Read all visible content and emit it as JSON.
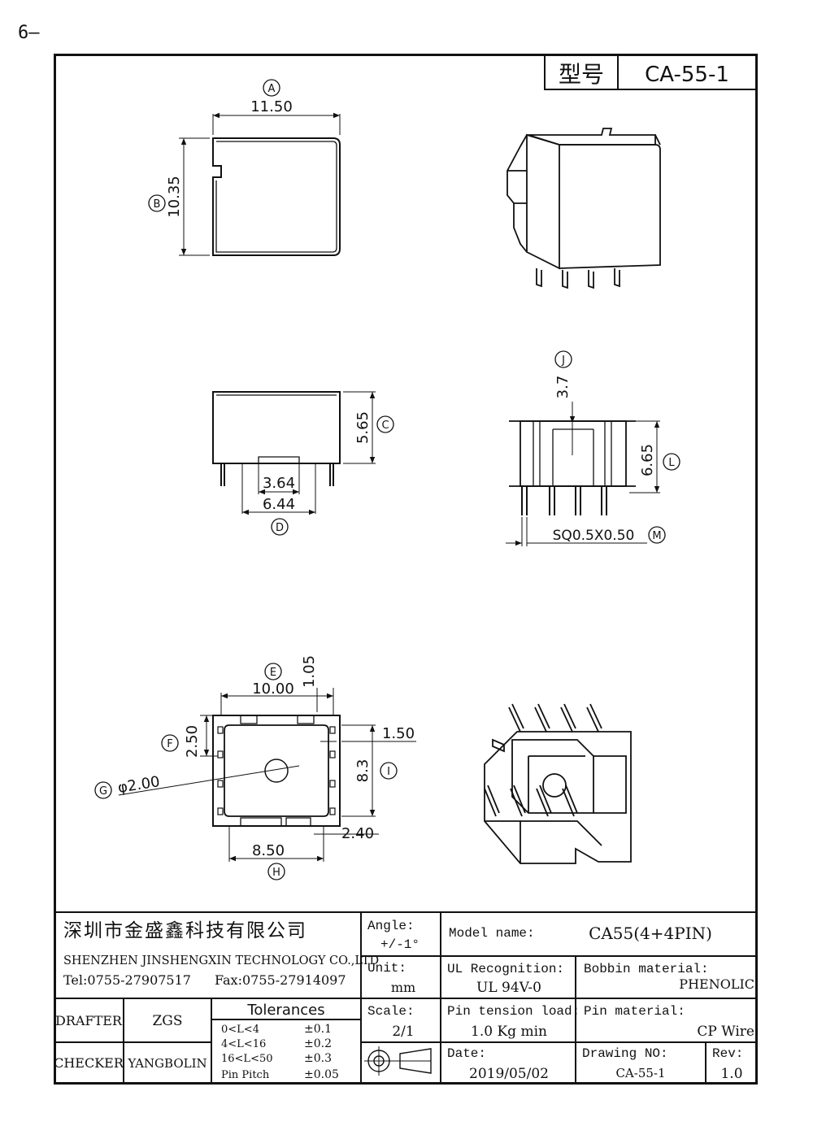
{
  "page_number": "6–",
  "title_block": {
    "label": "型号",
    "model": "CA-55-1"
  },
  "dimensions": {
    "A": {
      "tag": "A",
      "value": "11.50"
    },
    "B": {
      "tag": "B",
      "value": "10.35"
    },
    "C": {
      "tag": "C",
      "value": "5.65"
    },
    "D": {
      "tag": "D",
      "value": "6.44"
    },
    "D_inner": {
      "value": "3.64"
    },
    "E": {
      "tag": "E",
      "value": "10.00"
    },
    "E_gap": {
      "value": "1.05"
    },
    "F": {
      "tag": "F",
      "value": "2.50"
    },
    "G": {
      "tag": "G",
      "value": "φ2.00"
    },
    "H": {
      "tag": "H",
      "value": "8.50"
    },
    "I": {
      "tag": "I",
      "value": "8.3"
    },
    "I_top": {
      "value": "1.50"
    },
    "I_bottom": {
      "value": "2.40"
    },
    "J": {
      "tag": "J",
      "value": "3.7"
    },
    "L": {
      "tag": "L",
      "value": "6.65"
    },
    "M": {
      "tag": "M",
      "value": "SQ0.5X0.50"
    }
  },
  "company": {
    "name_cn": "深圳市金盛鑫科技有限公司",
    "name_en": "SHENZHEN JINSHENGXIN TECHNOLOGY CO.,LTD",
    "tel": "Tel:0755-27907517",
    "fax": "Fax:0755-27914097"
  },
  "angle": {
    "label": "Angle:",
    "value": "+/-1°"
  },
  "unit": {
    "label": "Unit:",
    "value": "mm"
  },
  "scale": {
    "label": "Scale:",
    "value": "2/1"
  },
  "model_name": {
    "label": "Model name:",
    "value": "CA55(4+4PIN)"
  },
  "ul": {
    "label": "UL Recognition:",
    "value": "UL 94V-0"
  },
  "bobbin": {
    "label": "Bobbin material:",
    "value": "PHENOLIC"
  },
  "pin_tension": {
    "label": "Pin tension load:",
    "value": "1.0 Kg min"
  },
  "pin_material": {
    "label": "Pin material:",
    "value": "CP Wire"
  },
  "date": {
    "label": "Date:",
    "value": "2019/05/02"
  },
  "drawing_no": {
    "label": "Drawing NO:",
    "value": "CA-55-1"
  },
  "rev": {
    "label": "Rev:",
    "value": "1.0"
  },
  "drafter": {
    "label": "DRAFTER",
    "value": "ZGS"
  },
  "checker": {
    "label": "CHECKER",
    "value": "YANGBOLIN"
  },
  "tolerances": {
    "title": "Tolerances",
    "rows": [
      {
        "range": "0<L<4",
        "tol": "±0.1"
      },
      {
        "range": "4<L<16",
        "tol": "±0.2"
      },
      {
        "range": "16<L<50",
        "tol": "±0.3"
      },
      {
        "range": "Pin Pitch",
        "tol": "±0.05"
      }
    ]
  }
}
